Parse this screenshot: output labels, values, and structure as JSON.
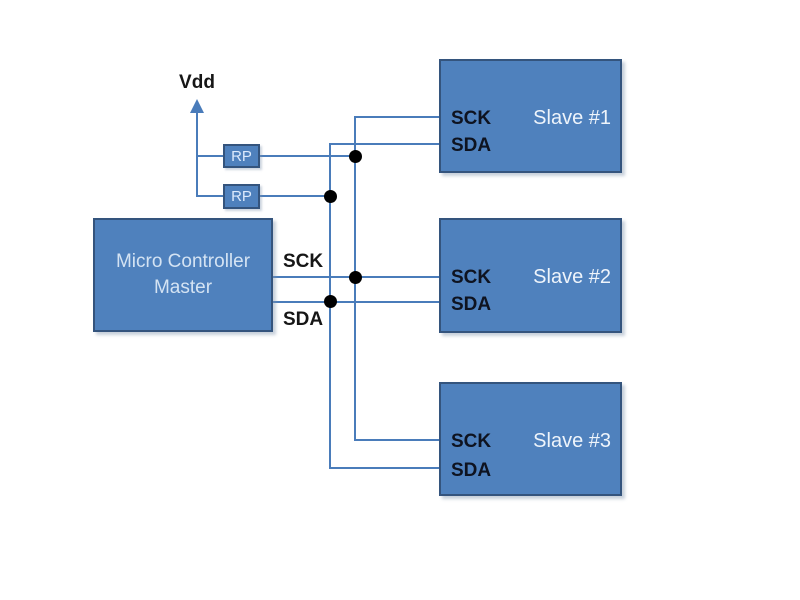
{
  "colors": {
    "box_fill": "#4f81bd",
    "box_border": "#34547d",
    "wire": "#4a7cba",
    "junction_dot": "#000000",
    "outside_label_text": "#161616",
    "pin_label_text": "#0e1320",
    "box_title_text": "#d4e3f3"
  },
  "power": {
    "label": "Vdd"
  },
  "resistors": [
    {
      "label": "RP"
    },
    {
      "label": "RP"
    }
  ],
  "master": {
    "title_line1": "Micro Controller",
    "title_line2": "Master",
    "pins": [
      {
        "label": "SCK"
      },
      {
        "label": "SDA"
      }
    ]
  },
  "slaves": [
    {
      "name": "Slave #1",
      "pins": [
        {
          "label": "SCK"
        },
        {
          "label": "SDA"
        }
      ]
    },
    {
      "name": "Slave #2",
      "pins": [
        {
          "label": "SCK"
        },
        {
          "label": "SDA"
        }
      ]
    },
    {
      "name": "Slave #3",
      "pins": [
        {
          "label": "SCK"
        },
        {
          "label": "SDA"
        }
      ]
    }
  ]
}
